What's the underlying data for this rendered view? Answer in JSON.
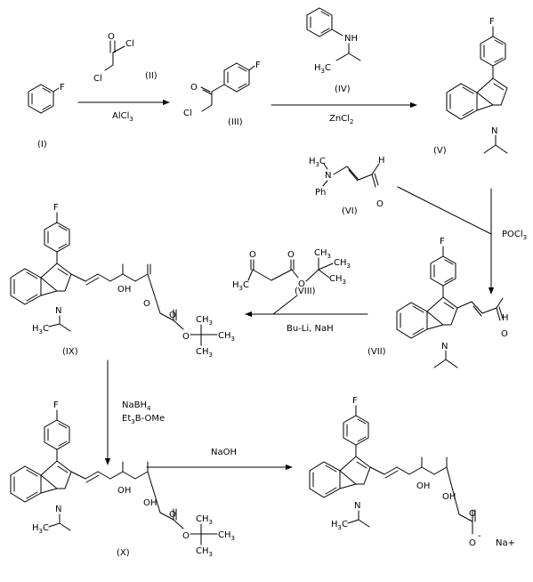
{
  "diagram": {
    "compounds": {
      "I": {
        "label": "(I)"
      },
      "II": {
        "label": "(II)"
      },
      "III": {
        "label": "(III)"
      },
      "IV": {
        "label": "(IV)"
      },
      "V": {
        "label": "(V)"
      },
      "VI": {
        "label": "(VI)"
      },
      "VII": {
        "label": "(VII)"
      },
      "VIII": {
        "label": "(VIII)"
      },
      "IX": {
        "label": "(IX)"
      },
      "X": {
        "label": "(X)"
      }
    },
    "reagents": {
      "step1": "AlCl",
      "step1_sub": "3",
      "step2": "ZnCl",
      "step2_sub": "2",
      "step3": "POCl",
      "step3_sub": "3",
      "step4": "Bu-Li, NaH",
      "step5_line1": "NaBH",
      "step5_line1_sub": "4",
      "step5_line2_a": "Et",
      "step5_line2_sub": "3",
      "step5_line2_b": "B-OMe",
      "step6": "NaOH"
    },
    "atoms": {
      "F": "F",
      "Cl": "Cl",
      "O": "O",
      "N": "N",
      "NH": "NH",
      "H": "H",
      "OH": "OH",
      "Ph": "Ph",
      "HC": "H",
      "HC_sub": "3",
      "HC_c": "C",
      "CH": "CH",
      "CH_sub": "3",
      "minus": "-",
      "Na": "Na+"
    }
  }
}
